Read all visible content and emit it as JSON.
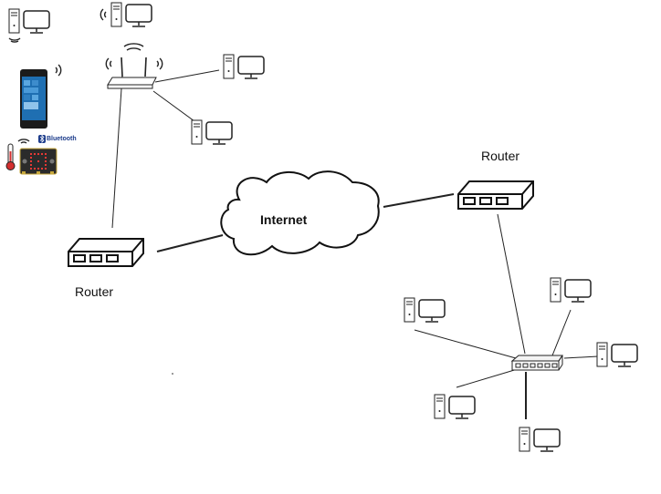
{
  "labels": {
    "router_left": "Router",
    "router_right": "Router",
    "internet": "Internet",
    "bluetooth": "Bluetooth"
  },
  "colors": {
    "line": "#222222",
    "device_fill": "#ffffff",
    "cloud_stroke": "#111111",
    "phone_screen": "#1f6fb2",
    "microbit": "#2b2b2b",
    "microbit_led": "#e53935",
    "thermometer": "#d32f2f"
  },
  "icons": [
    "pc-icon",
    "router-icon",
    "switch-icon",
    "wifi-access-point-icon",
    "cloud-icon",
    "smartphone-icon",
    "thermometer-icon",
    "microbit-icon",
    "bluetooth-icon",
    "wifi-signal-icon"
  ]
}
